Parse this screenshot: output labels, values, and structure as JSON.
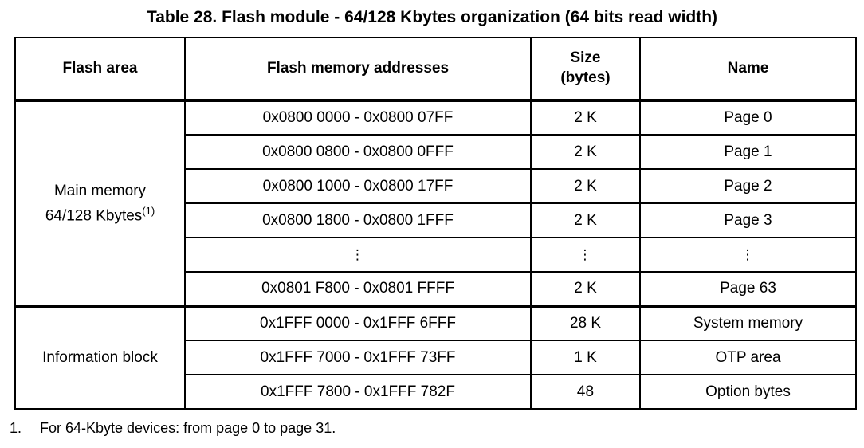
{
  "title": "Table 28. Flash module - 64/128 Kbytes organization (64 bits read width)",
  "colors": {
    "background": "#ffffff",
    "text": "#000000",
    "border": "#000000"
  },
  "table": {
    "columns": [
      {
        "label": "Flash area"
      },
      {
        "label": "Flash memory addresses"
      },
      {
        "label_line1": "Size",
        "label_line2": "(bytes)"
      },
      {
        "label": "Name"
      }
    ],
    "groups": [
      {
        "area_lines": [
          "Main memory",
          "64/128 Kbytes"
        ],
        "area_superscript": "(1)",
        "rows": [
          {
            "addresses": "0x0800 0000 - 0x0800 07FF",
            "size": "2 K",
            "name": "Page 0",
            "ellipsis": false
          },
          {
            "addresses": "0x0800 0800 - 0x0800 0FFF",
            "size": "2 K",
            "name": "Page 1",
            "ellipsis": false
          },
          {
            "addresses": "0x0800 1000 - 0x0800 17FF",
            "size": "2 K",
            "name": "Page 2",
            "ellipsis": false
          },
          {
            "addresses": "0x0800 1800 - 0x0800 1FFF",
            "size": "2 K",
            "name": "Page 3",
            "ellipsis": false
          },
          {
            "addresses": "⋮",
            "size": "⋮",
            "name": "⋮",
            "ellipsis": true
          },
          {
            "addresses": "0x0801 F800 - 0x0801 FFFF",
            "size": "2 K",
            "name": "Page 63",
            "ellipsis": false
          }
        ]
      },
      {
        "area_lines": [
          "Information block"
        ],
        "area_superscript": "",
        "rows": [
          {
            "addresses": "0x1FFF 0000 - 0x1FFF 6FFF",
            "size": "28 K",
            "name": "System memory",
            "ellipsis": false
          },
          {
            "addresses": "0x1FFF 7000 - 0x1FFF 73FF",
            "size": "1 K",
            "name": "OTP area",
            "ellipsis": false
          },
          {
            "addresses": "0x1FFF 7800 - 0x1FFF 782F",
            "size": "48",
            "name": "Option bytes",
            "ellipsis": false
          }
        ]
      }
    ]
  },
  "footnote": {
    "number": "1.",
    "text": "For 64-Kbyte devices: from page 0 to page 31."
  }
}
